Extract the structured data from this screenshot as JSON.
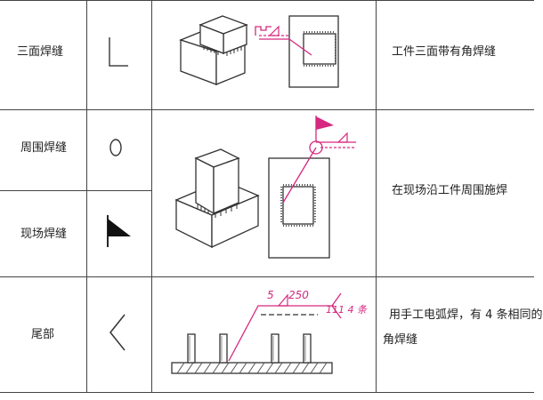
{
  "rows": [
    {
      "name": "三面焊缝",
      "description": "工件三面带有角焊缝"
    },
    {
      "name": "周围焊缝",
      "description": "在现场沿工件周围施焊"
    },
    {
      "name": "现场焊缝"
    },
    {
      "name": "尾部",
      "description_line1": "用手工电弧焊，有 4 条相同的",
      "description_line2": "角焊缝"
    }
  ],
  "tail_annotation": {
    "size": "5",
    "length": "250",
    "process": "111 4 条"
  },
  "colors": {
    "line": "#444444",
    "accent": "#d6287f",
    "shade": "#777777"
  }
}
